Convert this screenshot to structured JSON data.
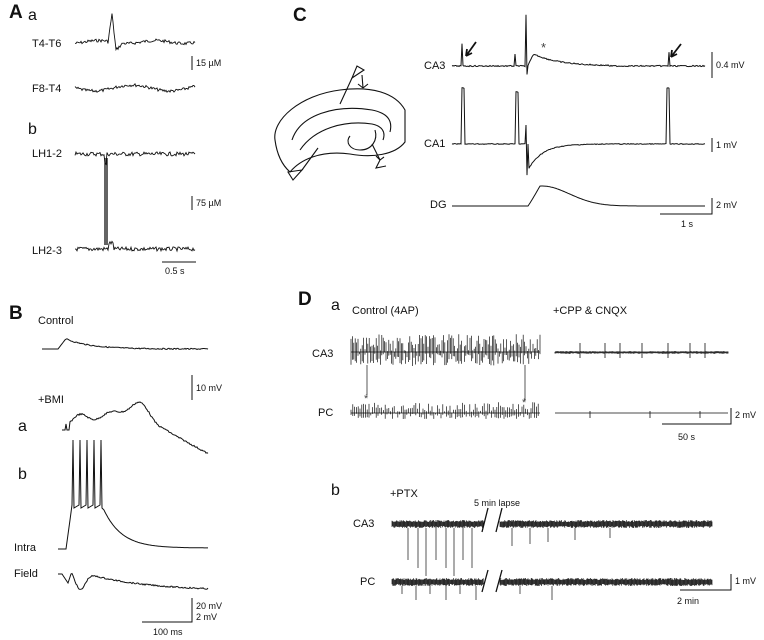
{
  "panels": {
    "A": {
      "letter": "A",
      "a": {
        "label": "a",
        "trace1": "T4-T6",
        "trace2": "F8-T4",
        "scale": "15 µM"
      },
      "b": {
        "label": "b",
        "trace1": "LH1-2",
        "trace2": "LH2-3",
        "scale_v": "75 µM",
        "scale_t": "0.5 s"
      }
    },
    "B": {
      "letter": "B",
      "control": "Control",
      "scale_top": "10 mV",
      "bmi": "+BMI",
      "a": "a",
      "b": "b",
      "intra": "Intra",
      "field": "Field",
      "scale_v1": "20 mV",
      "scale_v2": "2 mV",
      "scale_t": "100 ms"
    },
    "C": {
      "letter": "C",
      "traces": [
        "CA3",
        "CA1",
        "DG"
      ],
      "scale_ca3": "0.4 mV",
      "scale_ca1": "1 mV",
      "scale_dg": "2 mV",
      "scale_t": "1 s",
      "asterisk": "*"
    },
    "D": {
      "letter": "D",
      "a": {
        "label": "a",
        "control": "Control (4AP)",
        "drug": "+CPP & CNQX",
        "trace1": "CA3",
        "trace2": "PC",
        "scale_v": "2 mV",
        "scale_t": "50 s",
        "asterisk": "*"
      },
      "b": {
        "label": "b",
        "ptx": "+PTX",
        "lapse": "5 min lapse",
        "trace1": "CA3",
        "trace2": "PC",
        "scale_v": "1 mV",
        "scale_t": "2 min"
      }
    }
  }
}
